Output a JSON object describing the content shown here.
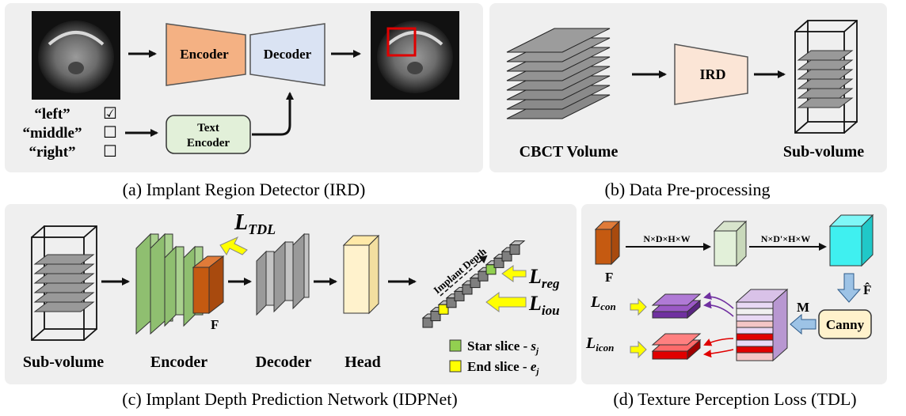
{
  "panel_a": {
    "caption": "(a) Implant Region Detector (IRD)",
    "encoder": "Encoder",
    "decoder": "Decoder",
    "text_encoder_1": "Text",
    "text_encoder_2": "Encoder",
    "options": [
      {
        "label": "“left”",
        "mark": "☑"
      },
      {
        "label": "“middle”",
        "mark": "☐"
      },
      {
        "label": "“right”",
        "mark": "☐"
      }
    ]
  },
  "panel_b": {
    "caption": "(b) Data Pre-processing",
    "ird": "IRD",
    "cbct": "CBCT  Volume",
    "subvolume": "Sub-volume"
  },
  "panel_c": {
    "caption": "(c) Implant Depth Prediction Network (IDPNet)",
    "ltdl": "L",
    "ltdl_sub": "TDL",
    "subvolume": "Sub-volume",
    "encoder": "Encoder",
    "decoder": "Decoder",
    "head": "Head",
    "f": "F",
    "implant_depth": "Implant Depth",
    "lreg": "L",
    "lreg_sub": "reg",
    "liou": "L",
    "liou_sub": "iou",
    "start_legend": "Star slice - ",
    "start_sym": "s",
    "start_sub": "j",
    "end_legend": "End slice - ",
    "end_sym": "e",
    "end_sub": "j"
  },
  "panel_d": {
    "caption": "(d) Texture Perception Loss (TDL)",
    "f": "F",
    "dim1": "N×D×H×W",
    "dim2": "N×D'×H×W",
    "fhat": "F̂",
    "m": "M",
    "canny": "Canny",
    "lcon": "L",
    "lcon_sub": "con",
    "licon": "L",
    "licon_sub": "icon"
  },
  "colors": {
    "panel_bg": "#efefef",
    "encoder_orange": "#f4b183",
    "decoder_blue": "#dae3f3",
    "text_encoder_green": "#e2f0d9",
    "ird_pink": "#fbe5d6",
    "enc_green": "#a9d18e",
    "f_orange": "#c55a11",
    "head_cream": "#fff2cc",
    "yellow_arrow": "#ffff00",
    "cyan": "#3ff0f0",
    "purple": "#7030a0",
    "red": "#e00000",
    "canny_fill": "#fff2cc"
  }
}
